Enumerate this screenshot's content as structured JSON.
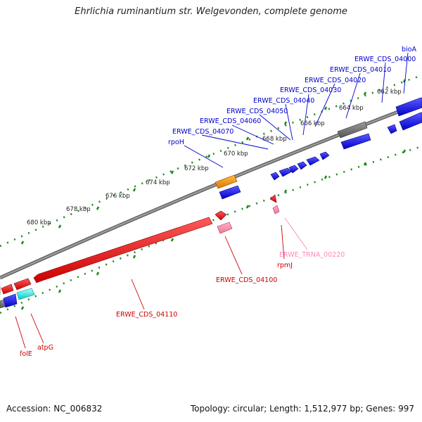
{
  "title": "Ehrlichia ruminantium str. Welgevonden, complete genome",
  "footer": {
    "accession": "Accession: NC_006832",
    "summary": "Topology: circular; Length: 1,512,977 bp; Genes: 997"
  },
  "colors": {
    "backbone": "#8a8a8a",
    "tick": "#1e8a1e",
    "cds_forward": "#0000ee",
    "cds_reverse": "#ee0000",
    "trna": "#ff99bb",
    "rrna_like": "#888888",
    "orange": "#ff9900",
    "cyan": "#00ffff",
    "scale_text": "#222222"
  },
  "scale_labels": [
    "662 kbp",
    "664 kbp",
    "666 kbp",
    "668 kbp",
    "670 kbp",
    "672 kbp",
    "674 kbp",
    "676 kbp",
    "678 kbp",
    "680 kbp"
  ],
  "forward_labels": [
    "bioA",
    "ERWE_CDS_04000",
    "ERWE_CDS_04010",
    "ERWE_CDS_04020",
    "ERWE_CDS_04030",
    "ERWE_CDS_04040",
    "ERWE_CDS_04050",
    "ERWE_CDS_04060",
    "ERWE_CDS_04070",
    "rpoH"
  ],
  "reverse_labels": [
    "ERWE_TRNA_00220",
    "rpmJ",
    "ERWE_CDS_04100",
    "ERWE_CDS_04110",
    "atpG",
    "folE"
  ]
}
